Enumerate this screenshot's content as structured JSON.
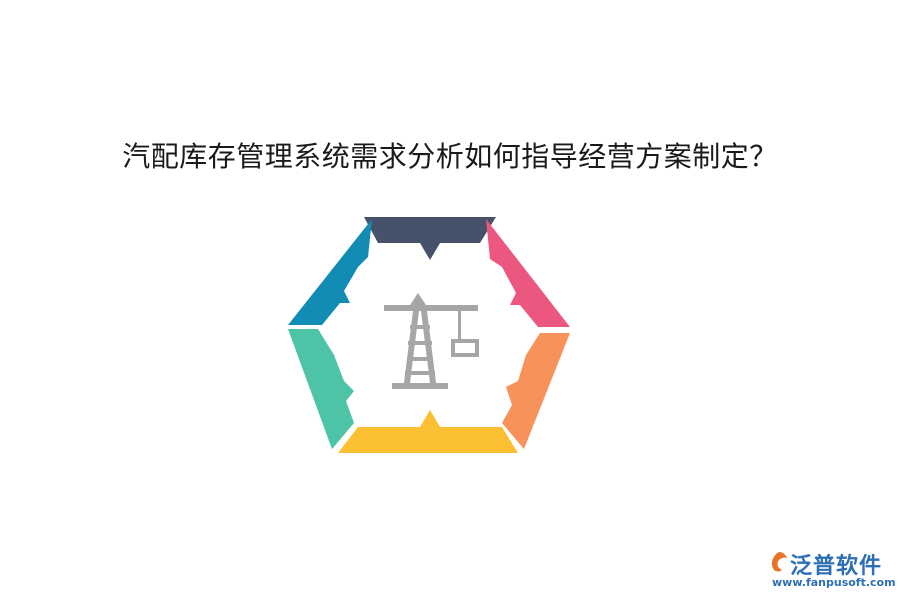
{
  "title": "汽配库存管理系统需求分析如何指导经营方案制定？",
  "diagram": {
    "segments": [
      {
        "name": "top",
        "color": "#45526a"
      },
      {
        "name": "upper-right",
        "color": "#ec5780"
      },
      {
        "name": "lower-right",
        "color": "#f7925a"
      },
      {
        "name": "bottom",
        "color": "#fbbf33"
      },
      {
        "name": "lower-left",
        "color": "#4dc4a7"
      },
      {
        "name": "upper-left",
        "color": "#128bb5"
      }
    ],
    "center_icon": "crane-icon",
    "icon_color": "#a6a6a6"
  },
  "logo": {
    "name": "泛普软件",
    "url": "www.fanpusoft.com",
    "color": "#2c6fb5",
    "mark_color": "#e8742a"
  }
}
